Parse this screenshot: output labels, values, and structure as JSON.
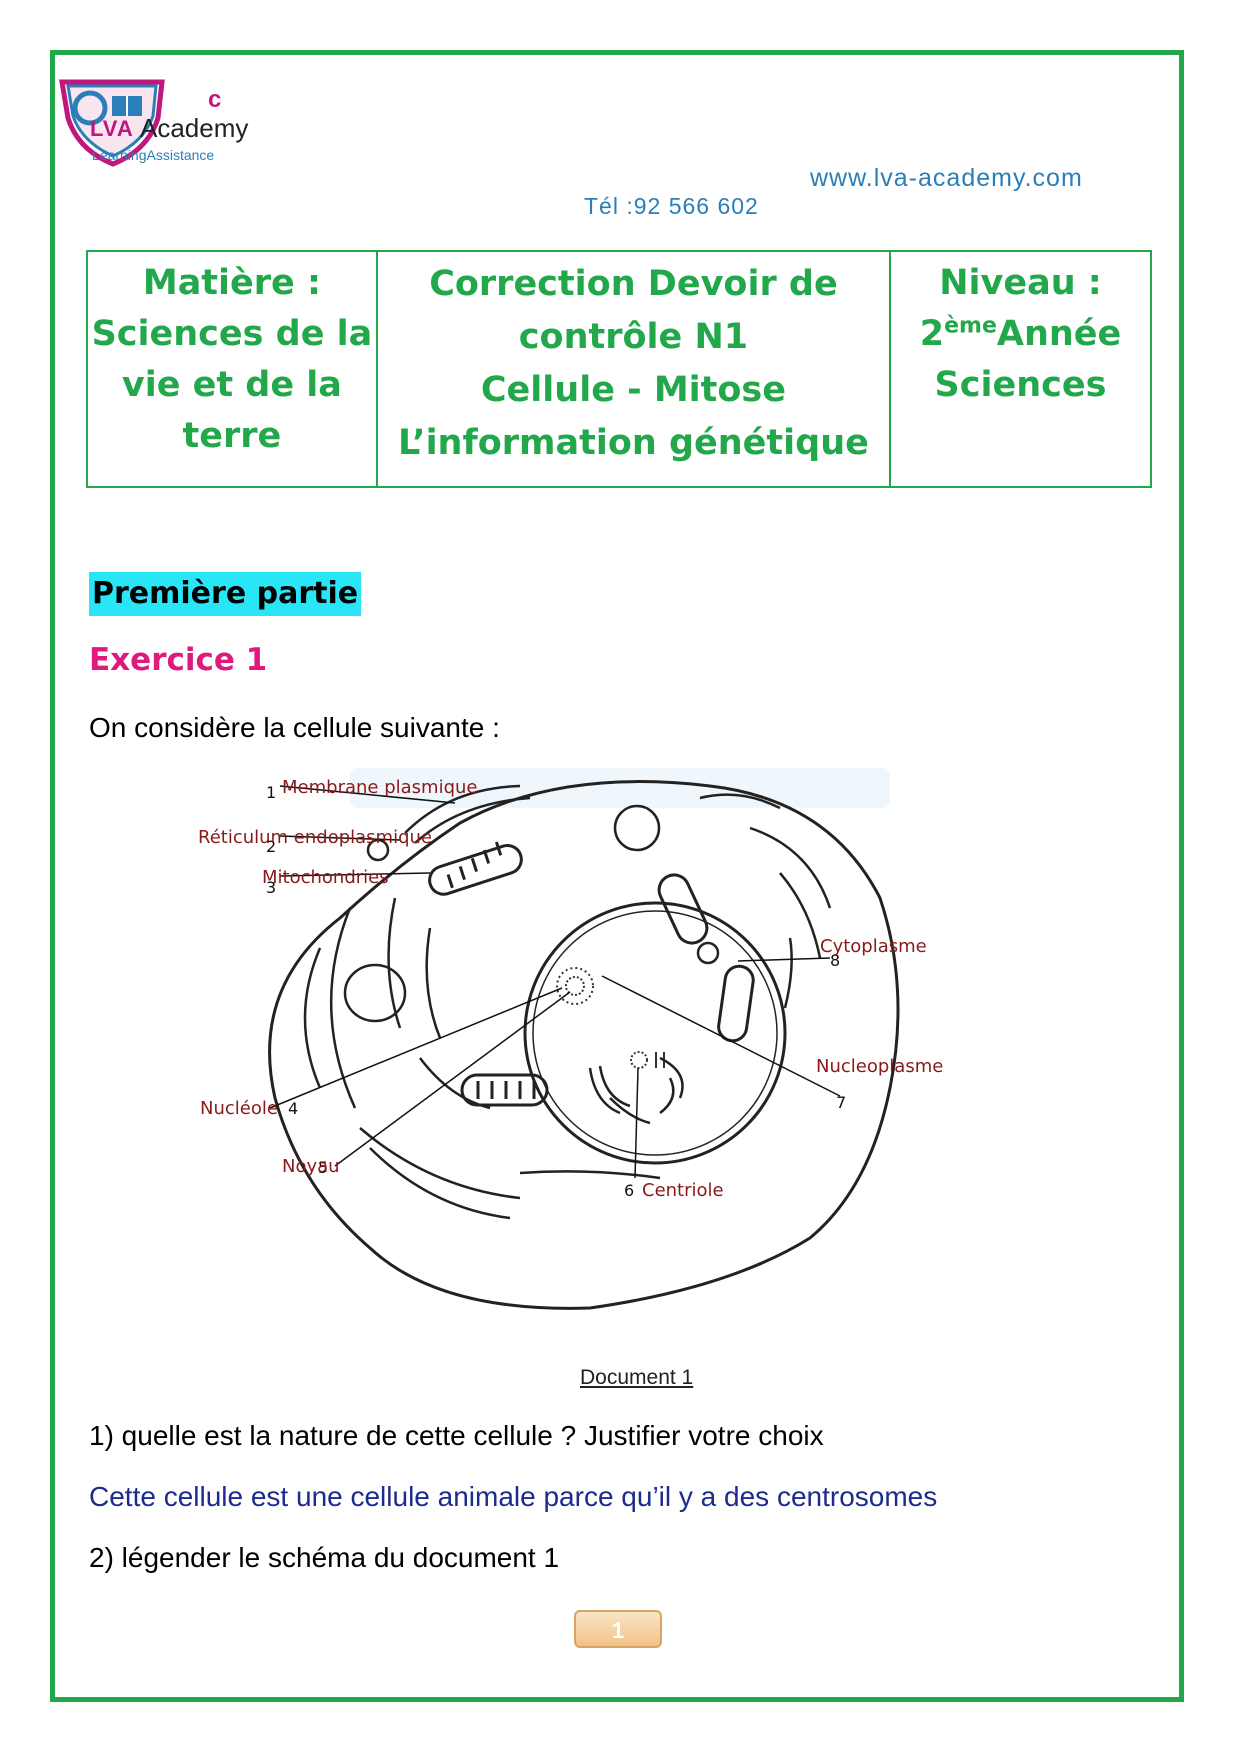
{
  "logo": {
    "letter_c": "c",
    "brand": "Academy",
    "lva": "LVA",
    "tagline": "LearningAssistance"
  },
  "contact": {
    "website": "www.lva-academy.com",
    "phone": "Tél :92 566 602"
  },
  "header_table": {
    "subject_lines": [
      "Matière :",
      "Sciences de la",
      "vie et de la",
      "terre"
    ],
    "title_lines": [
      "Correction Devoir de",
      "contrôle N1",
      "Cellule -  Mitose",
      "L’information génétique"
    ],
    "level_line1": "Niveau :",
    "level_number": "2",
    "level_sup": "ème",
    "level_year": "Année",
    "level_line3": "Sciences"
  },
  "section": {
    "part": "Première partie",
    "exercise": "Exercice 1",
    "intro": "On considère la cellule suivante :"
  },
  "diagram": {
    "caption": "Document 1",
    "labels": [
      {
        "num": "1",
        "text": "Membrane plasmique"
      },
      {
        "num": "2",
        "text": "Réticulum endoplasmique"
      },
      {
        "num": "3",
        "text": "Mitochondries"
      },
      {
        "num": "4",
        "text": "Nucléole"
      },
      {
        "num": "5",
        "text": "Noyau"
      },
      {
        "num": "6",
        "text": "Centriole"
      },
      {
        "num": "7",
        "text": "Nucleoplasme"
      },
      {
        "num": "8",
        "text": "Cytoplasme"
      }
    ]
  },
  "questions": {
    "q1": "1) quelle est la nature de cette cellule ? Justifier votre choix",
    "a1": "Cette cellule est une cellule animale parce qu’il y a des centrosomes",
    "q2": "2) légender le schéma du document 1"
  },
  "page_number": "1",
  "colors": {
    "frame": "#22a84a",
    "highlight": "#29e6f6",
    "exercise": "#e0197d",
    "answer": "#1c2b8c",
    "link": "#2a7fb8"
  }
}
